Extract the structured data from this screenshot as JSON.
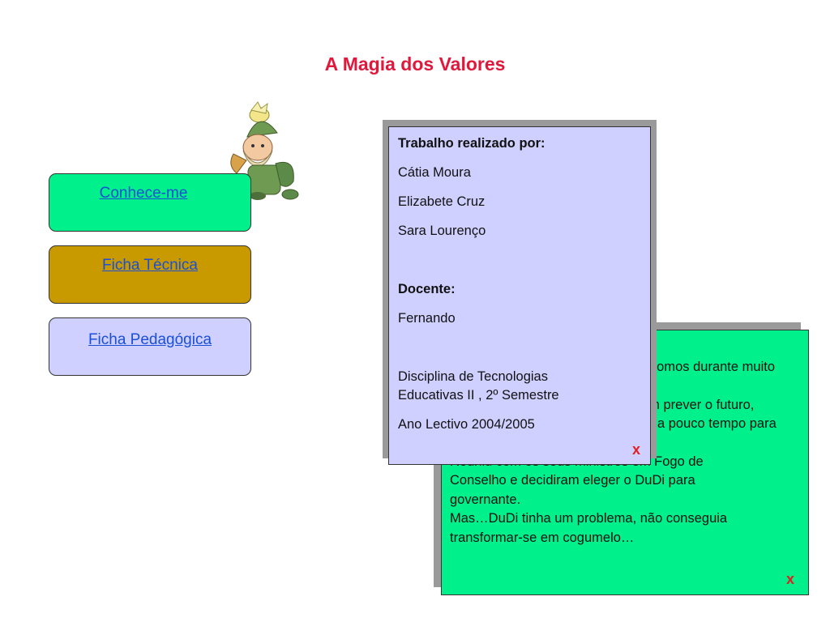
{
  "page": {
    "title": "A Magia dos Valores"
  },
  "nav": {
    "items": [
      {
        "label": "Conhece-me"
      },
      {
        "label": "Ficha Técnica"
      },
      {
        "label": "Ficha Pedagógica"
      }
    ]
  },
  "credits": {
    "heading": "Trabalho realizado por:",
    "authors": [
      "Cátia Moura",
      "Elizabete Cruz",
      "Sara Lourenço"
    ],
    "teacher_label": "Docente:",
    "teacher": "Fernando",
    "course_line1": "Disciplina de Tecnologias",
    "course_line2": "Educativas II , 2º Semestre",
    "year": "Ano Lectivo 2004/2005",
    "close": "x"
  },
  "story": {
    "lines": [
      "nomos durante muito",
      "",
      "em prever o futuro,",
      "a pouco tempo para",
      "Reuniu com os seus ministros em Fogo de",
      "Conselho e decidiram eleger o DuDi para",
      "governante.",
      "Mas…DuDi tinha um problema, não conseguia",
      "transformar-se em cogumelo…"
    ],
    "close": "x"
  },
  "colors": {
    "title": "#e0193c",
    "green": "#00f08c",
    "gold": "#c99a00",
    "lavender": "#cfd0ff",
    "link": "#1a4fd6",
    "close": "#e02020"
  },
  "icons": {
    "mascot": "gnome-mascot-icon"
  }
}
